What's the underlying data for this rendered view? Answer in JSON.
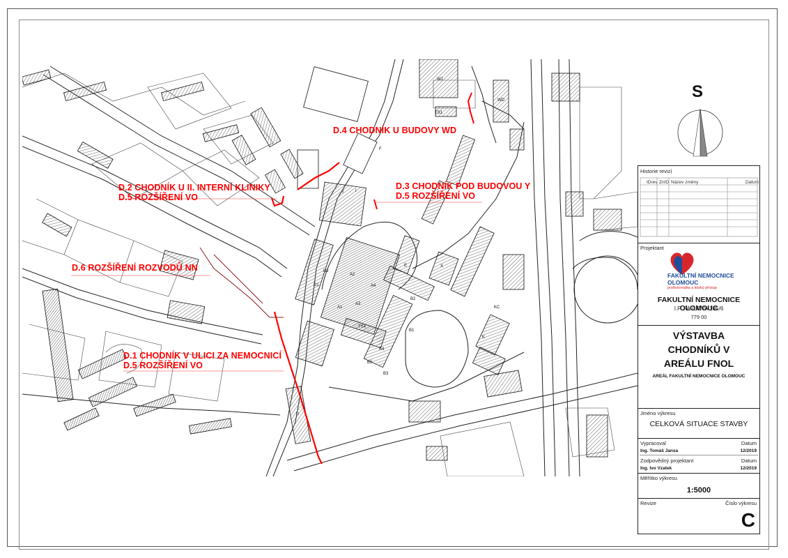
{
  "map": {
    "labels": [
      {
        "id": "d4",
        "lines": [
          "D.4 CHODNÍK U BUDOVY WD"
        ]
      },
      {
        "id": "d2",
        "lines": [
          "D.2 CHODNÍK U II. INTERNÍ KLINIKY",
          "D.5 ROZŠÍŘENÍ VO"
        ]
      },
      {
        "id": "d3",
        "lines": [
          "D.3 CHODNÍK POD BUDOVOU Y",
          "D.5 ROZŠÍŘENÍ VO"
        ]
      },
      {
        "id": "d6",
        "lines": [
          "D.6 ROZŠÍŘENÍ ROZVODŮ NN"
        ]
      },
      {
        "id": "d1",
        "lines": [
          "D.1 CHODNÍK V ULICI ZA NEMOCNICÍ",
          "D.5 ROZŠÍŘENÍ VO"
        ]
      }
    ],
    "building_labels": [
      "A1",
      "A2",
      "A3",
      "A4",
      "B1",
      "B2",
      "B3",
      "B4",
      "B5",
      "D1",
      "D2",
      "E",
      "F",
      "I",
      "K",
      "KC",
      "TS1",
      "TS4",
      "WD",
      "WJ",
      "X",
      "Y",
      "U"
    ],
    "colors": {
      "highlight": "#ff0000",
      "hatch": "#555555",
      "line": "#222222"
    }
  },
  "north": {
    "letter": "S"
  },
  "title_block": {
    "revisions": {
      "title": "Historie revizí",
      "headers": [
        "IDrev",
        "ZnID",
        "Název změny",
        "Datum"
      ]
    },
    "projektant_label": "Projektant",
    "logo": {
      "name_line1": "FAKULTNÍ NEMOCNICE",
      "name_line2": "OLOMOUC",
      "tagline": "profesionalita a lidský přístup",
      "icon": "heart-logo-icon"
    },
    "investor": {
      "name": "FAKULTNÍ NEMOCNICE OLOMOUC",
      "address": "I.P. PAVLOVA 185/6",
      "zip": "779 00"
    },
    "project": {
      "title_lines": [
        "VÝSTAVBA",
        "CHODNÍKŮ V",
        "AREÁLU FNOL"
      ],
      "subtitle": "AREÁL FAKULTNÍ NEMOCNICE OLOMOUC"
    },
    "drawing": {
      "name_label": "Jméno výkresu",
      "name": "CELKOVÁ SITUACE STAVBY"
    },
    "people": {
      "drawn_label": "Vypracoval",
      "drawn_name": "Ing. Tomáš Jansa",
      "drawn_date_label": "Datum",
      "drawn_date": "12/2019",
      "resp_label": "Zodpovědný projektant",
      "resp_name": "Ing. Ivo Vzatek",
      "resp_date_label": "Datum",
      "resp_date": "12/2019"
    },
    "scale": {
      "label": "Měřítko výkresu",
      "value": "1:5000"
    },
    "bottom": {
      "revision_label": "Revize",
      "number_label": "Číslo výkresu",
      "number": "C"
    }
  }
}
